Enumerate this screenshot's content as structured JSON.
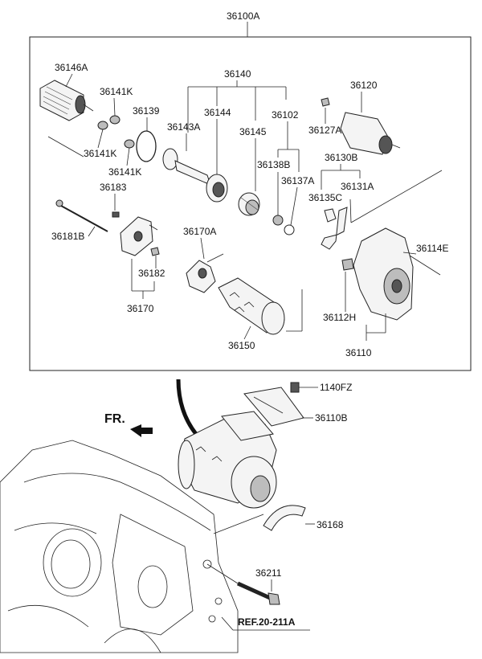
{
  "labels": {
    "assembly": "36100A",
    "p36146A": "36146A",
    "p36141K_a": "36141K",
    "p36141K_b": "36141K",
    "p36141K_c": "36141K",
    "p36139": "36139",
    "p36140": "36140",
    "p36144": "36144",
    "p36143A": "36143A",
    "p36145": "36145",
    "p36102": "36102",
    "p36138B": "36138B",
    "p36137A": "36137A",
    "p36120": "36120",
    "p36127A": "36127A",
    "p36130B": "36130B",
    "p36135C": "36135C",
    "p36131A": "36131A",
    "p36183": "36183",
    "p36181B": "36181B",
    "p36170A": "36170A",
    "p36182": "36182",
    "p36170": "36170",
    "p36150": "36150",
    "p36114E": "36114E",
    "p36112H": "36112H",
    "p36110": "36110",
    "p1140FZ": "1140FZ",
    "p36110B": "36110B",
    "p36168": "36168",
    "p36211": "36211",
    "ref": "REF.20-211A",
    "front": "FR."
  }
}
